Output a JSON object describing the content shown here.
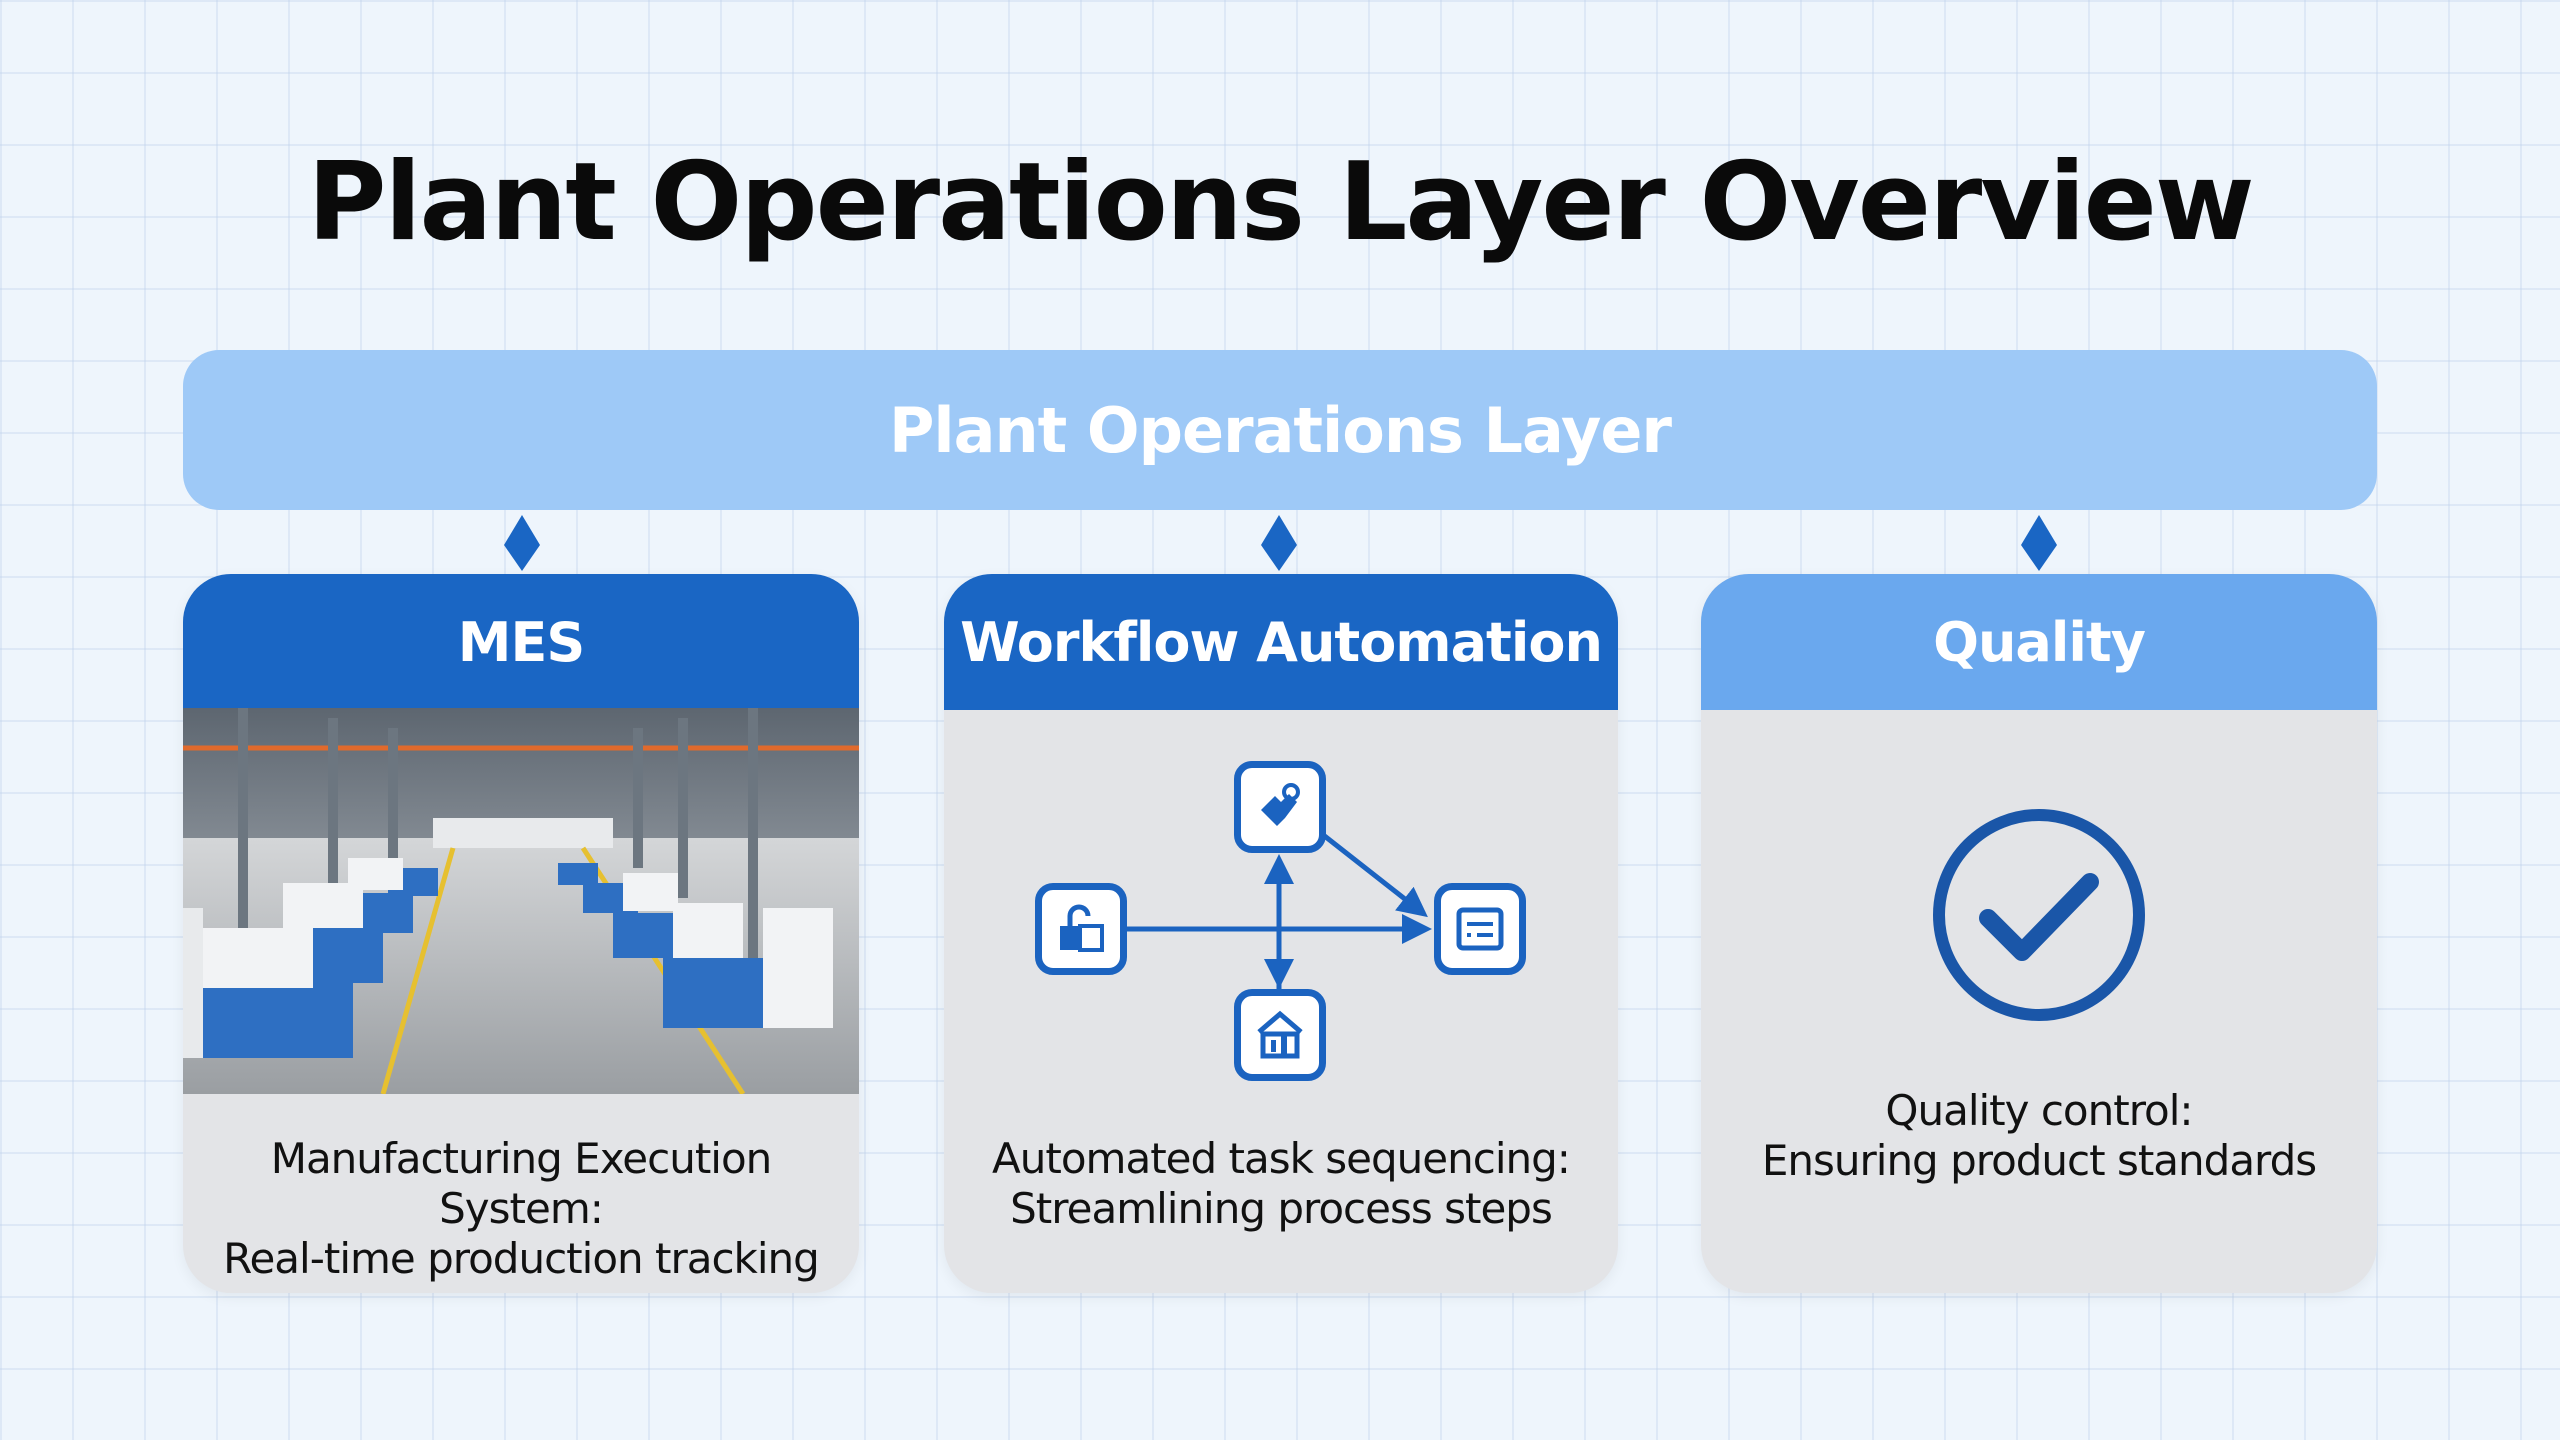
{
  "title": "Plant Operations Layer Overview",
  "layer": {
    "label": "Plant Operations Layer"
  },
  "cards": [
    {
      "title": "MES",
      "desc_line1": "Manufacturing Execution System:",
      "desc_line2": "Real-time production tracking",
      "color": "#1a66c4"
    },
    {
      "title": "Workflow Automation",
      "desc_line1": "Automated task sequencing:",
      "desc_line2": "Streamlining process steps",
      "color": "#1a66c4"
    },
    {
      "title": "Quality",
      "desc_line1": "Quality control:",
      "desc_line2": "Ensuring product standards",
      "color": "#6aa8ee"
    }
  ],
  "icons": {
    "mes": "factory-floor-photo",
    "workflow": [
      "puzzle-icon",
      "lock-icon",
      "form-icon",
      "building-icon"
    ],
    "quality": "check-circle-icon"
  }
}
